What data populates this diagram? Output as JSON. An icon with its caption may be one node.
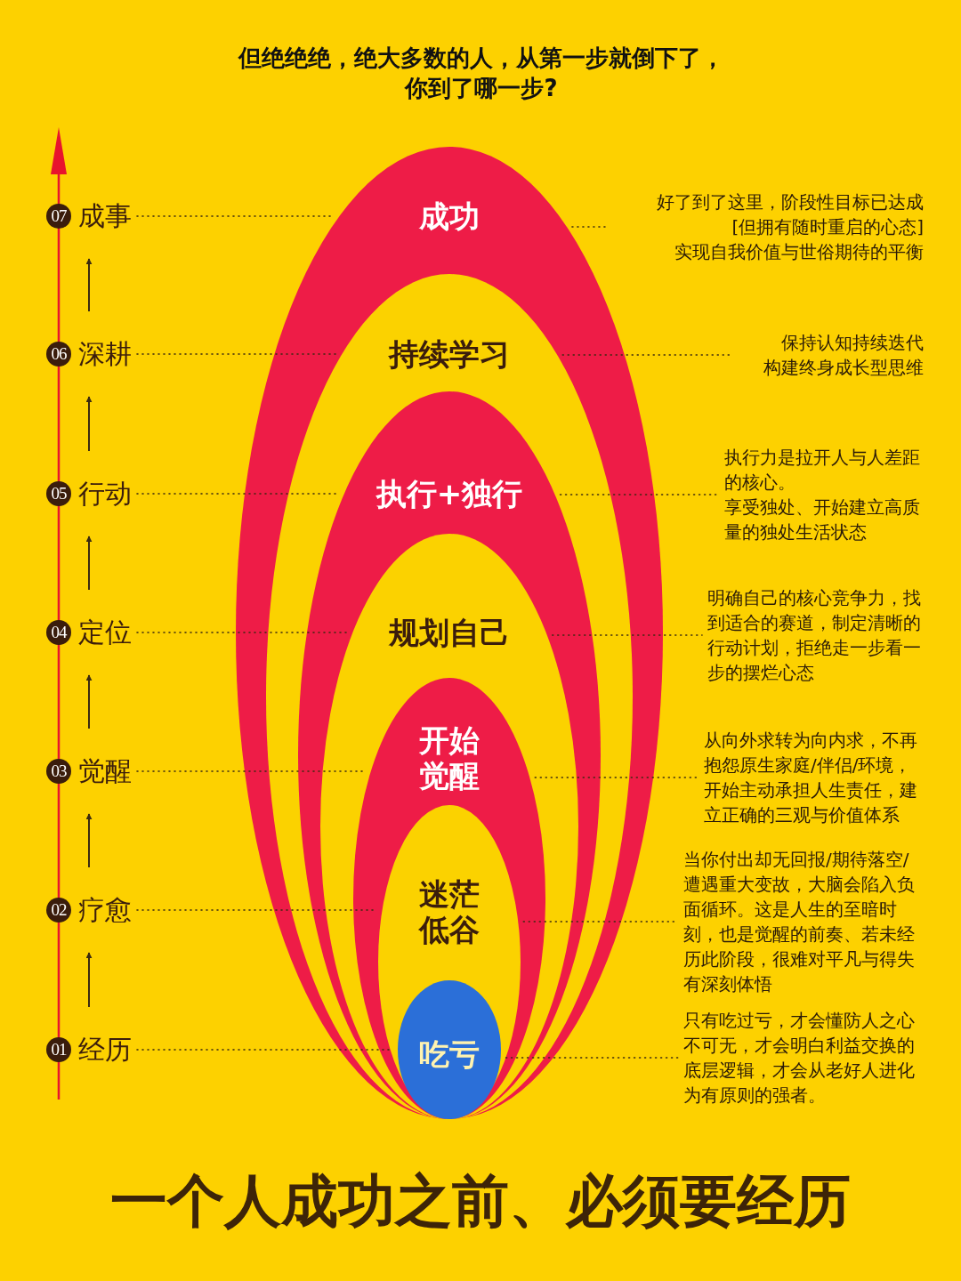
{
  "diagram": {
    "title": "一个人成功之前、必须要经历",
    "nodes": [
      {
        "text": [
          "成功"
        ]
      },
      {
        "text": [
          "持续学习"
        ],
        "in": 0
      },
      {
        "text": [
          "执行+独行"
        ],
        "in": 1
      },
      {
        "text": [
          "规划自己"
        ],
        "in": 2
      },
      {
        "text": [
          "开始觉醒"
        ],
        "in": 3
      },
      {
        "text": [
          "迷茫低谷"
        ],
        "in": 4
      },
      {
        "text": [
          "吃亏"
        ],
        "in": 5
      },
      {
        "text": [
          "07",
          "成事"
        ]
      },
      {
        "text": [
          "06",
          "深耕"
        ]
      },
      {
        "text": [
          "05",
          "行动"
        ]
      },
      {
        "text": [
          "04",
          "定位"
        ]
      },
      {
        "text": [
          "03",
          "觉醒"
        ]
      },
      {
        "text": [
          "02",
          "疗愈"
        ]
      },
      {
        "text": [
          "01",
          "经历"
        ]
      },
      {
        "text": [
          "好了到了这里，阶段性目标已达成",
          "[但拥有随时重启的心态]",
          "实现自我价值与世俗期待的平衡"
        ]
      },
      {
        "text": [
          "保持认知持续迭代",
          "构建终身成长型思维"
        ]
      },
      {
        "text": [
          "执行力是拉开人与人差距的核心。",
          "享受独处、开始建立高质量的独处生活状态"
        ]
      },
      {
        "text": [
          "明确自己的核心竞争力，找到适合的赛道，制定清晰的行动计划，拒绝走一步看一步的摆烂心态"
        ]
      },
      {
        "text": [
          "从向外求转为向内求，不再抱怨原生家庭/伴侣/环境，开始主动承担人生责任，建立正确的三观与价值体系"
        ]
      },
      {
        "text": [
          "当你付出却无回报/期待落空/遭遇重大变故，大脑会陷入负面循环。这是人生的至暗时刻，也是觉醒的前奏、若未经历此阶段，很难对平凡与得失有深刻体悟"
        ]
      },
      {
        "text": [
          "只有吃过亏，才会懂防人之心不可无，才会明白利益交换的底层逻辑，才会从老好人进化为有原则的强者。"
        ]
      }
    ],
    "edges": [
      {
        "from": 13,
        "to": 12,
        "arrow": "to"
      },
      {
        "from": 12,
        "to": 11,
        "arrow": "to"
      },
      {
        "from": 11,
        "to": 10,
        "arrow": "to"
      },
      {
        "from": 10,
        "to": 9,
        "arrow": "to"
      },
      {
        "from": 9,
        "to": 8,
        "arrow": "to"
      },
      {
        "from": 8,
        "to": 7,
        "arrow": "to"
      },
      {
        "from": 7,
        "to": 0,
        "arrow": "none",
        "style": "dashed"
      },
      {
        "from": 0,
        "to": 14,
        "arrow": "none",
        "style": "dashed"
      },
      {
        "from": 8,
        "to": 1,
        "arrow": "none",
        "style": "dashed"
      },
      {
        "from": 1,
        "to": 15,
        "arrow": "none",
        "style": "dashed"
      },
      {
        "from": 9,
        "to": 2,
        "arrow": "none",
        "style": "dashed"
      },
      {
        "from": 2,
        "to": 16,
        "arrow": "none",
        "style": "dashed"
      },
      {
        "from": 10,
        "to": 3,
        "arrow": "none",
        "style": "dashed"
      },
      {
        "from": 3,
        "to": 17,
        "arrow": "none",
        "style": "dashed"
      },
      {
        "from": 11,
        "to": 4,
        "arrow": "none",
        "style": "dashed"
      },
      {
        "from": 4,
        "to": 18,
        "arrow": "none",
        "style": "dashed"
      },
      {
        "from": 12,
        "to": 5,
        "arrow": "none",
        "style": "dashed"
      },
      {
        "from": 5,
        "to": 19,
        "arrow": "none",
        "style": "dashed"
      },
      {
        "from": 13,
        "to": 6,
        "arrow": "none",
        "style": "dashed"
      },
      {
        "from": 6,
        "to": 20,
        "arrow": "none",
        "style": "dashed"
      }
    ],
    "labels": [
      "但绝绝绝，绝大多数的人，从第一步就倒下了，你到了哪一步?"
    ]
  }
}
